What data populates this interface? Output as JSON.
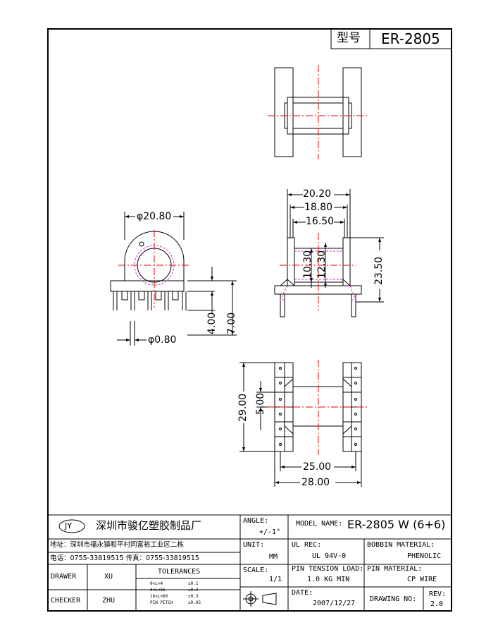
{
  "model_box": {
    "label": "型号",
    "value": "ER-2805"
  },
  "dimensions": {
    "top_outer": "20.20",
    "top_mid": "18.80",
    "top_inner": "16.50",
    "inner_h1": "10.30",
    "inner_h2": "12.30",
    "height": "23.50",
    "diameter": "φ20.80",
    "pin_len1": "4.00",
    "pin_len2": "7.00",
    "pin_dia": "φ0.80",
    "bottom_height": "29.00",
    "pin_pitch": "5.00",
    "width_inner": "25.00",
    "width_outer": "28.00"
  },
  "title_block": {
    "logo": "JY",
    "company": "深圳市骏亿塑胶制品厂",
    "address": "地址：深圳市福永镇和平村同富裕工业区二栋",
    "phone": "电话：0755-33819515  传真：0755-33819515",
    "angle_label": "ANGLE:",
    "angle_value": "+/-1°",
    "model_label": "MODEL NAME:",
    "model_value": "ER-2805 W (6+6)",
    "unit_label": "UNIT:",
    "unit_value": "MM",
    "ul_label": "UL REC:",
    "ul_value": "UL 94V-0",
    "bobbin_label": "BOBBIN MATERIAL:",
    "bobbin_value": "PHENOLIC",
    "scale_label": "SCALE:",
    "scale_value": "1/1",
    "pin_tension_label": "PIN TENSION LOAD:",
    "pin_tension_value": "1.0 KG MIN",
    "pin_material_label": "PIN MATERIAL:",
    "pin_material_value": "CP WIRE",
    "drawer_label": "DRAWER",
    "drawer_value": "XU",
    "checker_label": "CHECKER",
    "checker_value": "ZHU",
    "tolerances_label": "TOLERANCES",
    "tolerances": [
      {
        "range": "0<L<4",
        "tol": "±0.1"
      },
      {
        "range": "4<L<16",
        "tol": "±0.2"
      },
      {
        "range": "16<L<60",
        "tol": "±0.3"
      },
      {
        "range": "PIN PITCH",
        "tol": "±0.05"
      }
    ],
    "date_label": "DATE:",
    "date_value": "2007/12/27",
    "drawing_no_label": "DRAWING NO:",
    "rev_label": "REV:",
    "rev_value": "2.0"
  }
}
